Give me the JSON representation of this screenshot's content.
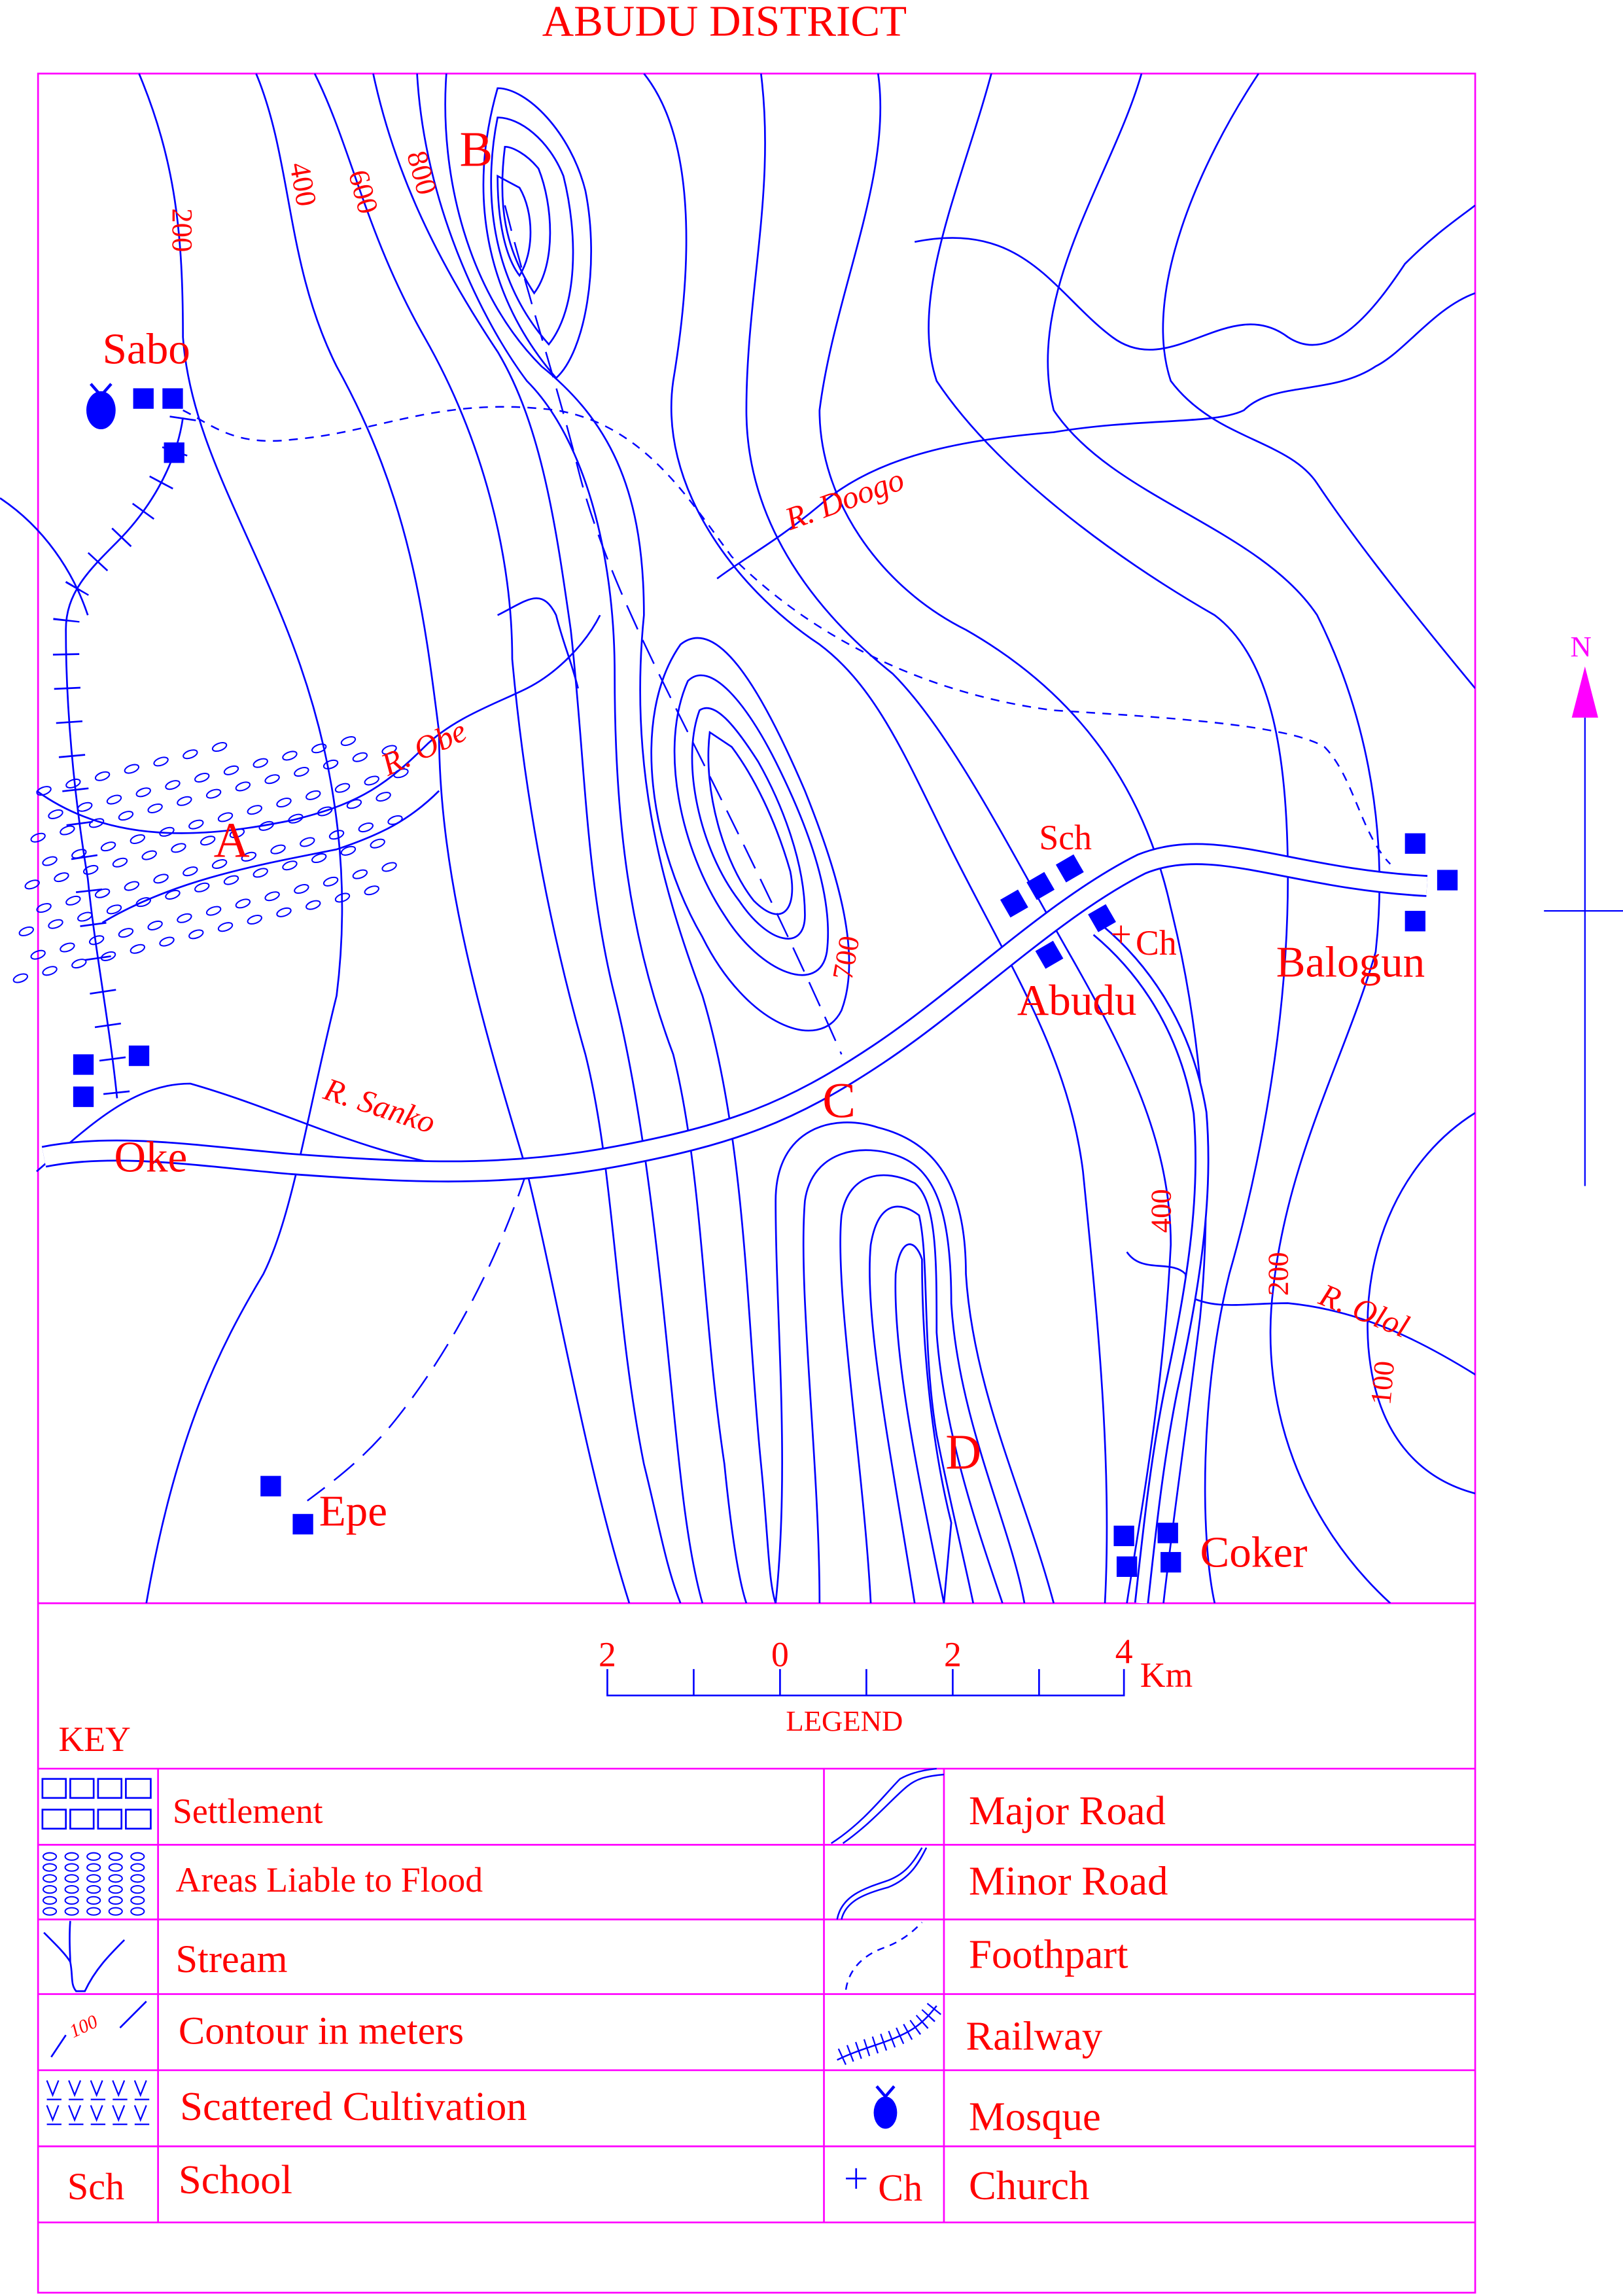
{
  "title": "ABUDU  DISTRICT",
  "north_label": "N",
  "places": {
    "sabo": "Sabo",
    "oke": "Oke",
    "epe": "Epe",
    "abudu": "Abudu",
    "balogun": "Balogun",
    "coker": "Coker"
  },
  "points": {
    "a": "A",
    "b": "B",
    "c": "C",
    "d": "D"
  },
  "contour_labels": {
    "c200w": "200",
    "c400": "400",
    "c600": "600",
    "c800": "800",
    "c700": "700",
    "c400e": "400",
    "c200e": "200",
    "c100": "100"
  },
  "rivers": {
    "obe": "R. Obe",
    "doogo": "R. Doogo",
    "sanko": "R. Sanko",
    "olol": "R. Olol"
  },
  "map_symbols": {
    "school": "Sch",
    "church": "Ch"
  },
  "scale": {
    "ticks": [
      "2",
      "0",
      "2",
      "4"
    ],
    "unit": "Km",
    "caption": "LEGEND"
  },
  "key": {
    "title": "KEY",
    "left": [
      {
        "label": "Settlement",
        "symbol": "settlement"
      },
      {
        "label": "Areas Liable to Flood",
        "symbol": "flood"
      },
      {
        "label": "Stream",
        "symbol": "stream"
      },
      {
        "label": "Contour in meters",
        "symbol": "contour",
        "symbol_text": "100"
      },
      {
        "label": "Scattered Cultivation",
        "symbol": "cultivation"
      },
      {
        "label": "School",
        "symbol": "school",
        "symbol_text": "Sch"
      }
    ],
    "right": [
      {
        "label": "Major Road",
        "symbol": "major-road"
      },
      {
        "label": "Minor Road",
        "symbol": "minor-road"
      },
      {
        "label": "Foothpart",
        "symbol": "footpath"
      },
      {
        "label": "Railway",
        "symbol": "railway"
      },
      {
        "label": "Mosque",
        "symbol": "mosque"
      },
      {
        "label": "Church",
        "symbol": "church",
        "symbol_text": "Ch"
      }
    ]
  },
  "colors": {
    "lines": "#0000ff",
    "text": "#ff0000",
    "frame": "#ff00ff"
  }
}
